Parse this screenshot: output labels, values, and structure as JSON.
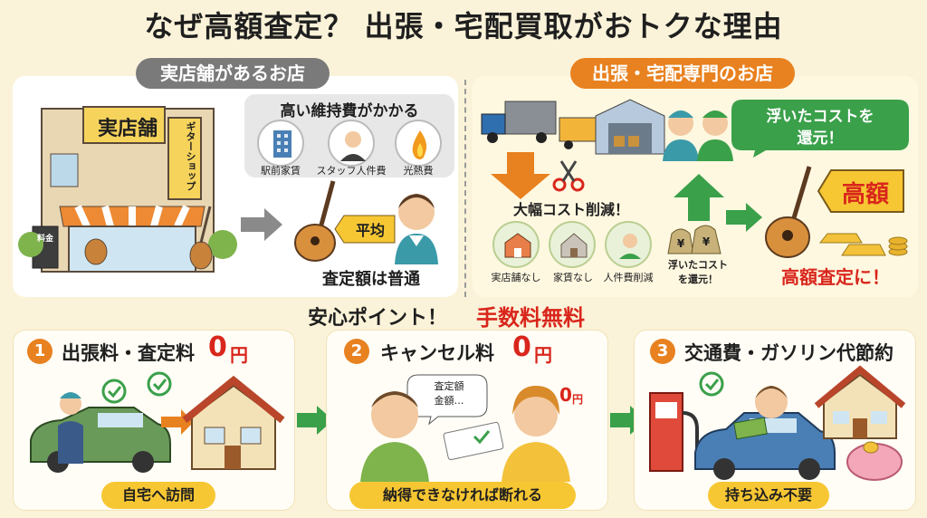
{
  "title": "なぜ高額査定？ 出張・宅配買取がおトクな理由",
  "left_section": {
    "header": "実店舗があるお店",
    "shop_sign": "実店舗",
    "shop_side_sign": "ギターショップ",
    "board_sign": "料金",
    "cost_title": "高い維持費がかかる",
    "costs": [
      "駅前家賃",
      "スタッフ人件費",
      "光熱費"
    ],
    "price_tag": "平均",
    "result": "査定額は普通"
  },
  "right_section": {
    "header": "出張・宅配専門のお店",
    "bubble_line1": "浮いたコストを",
    "bubble_line2": "還元！",
    "cut_label": "大幅コスト削減！",
    "cuts": [
      "実店舗なし",
      "家賃なし",
      "人件費削減"
    ],
    "money_note_line1": "浮いたコスト",
    "money_note_line2": "を還元！",
    "price_tag": "高額",
    "result": "高額査定に！",
    "bag_mark": "¥"
  },
  "safety": {
    "label": "安心ポイント！",
    "highlight": "手数料無料"
  },
  "points": [
    {
      "num": "1",
      "title": "出張料・査定料",
      "price": "0",
      "unit": "円",
      "bottom": "自宅へ訪問"
    },
    {
      "num": "2",
      "title": "キャンセル料",
      "price": "0",
      "unit": "円",
      "bottom": "納得できなければ断れる",
      "bubble_line1": "査定額",
      "bubble_line2": "金額…",
      "woman_price": "0",
      "woman_unit": "円"
    },
    {
      "num": "3",
      "title": "交通費・ガソリン代節約",
      "price": "",
      "unit": "",
      "bottom": "持ち込み不要"
    }
  ],
  "colors": {
    "background": "#fbf3d9",
    "header_gray": "#7a7a7a",
    "header_orange": "#e8811f",
    "accent_red": "#d9261c",
    "green": "#3aa04a",
    "yellow": "#f7c733"
  }
}
